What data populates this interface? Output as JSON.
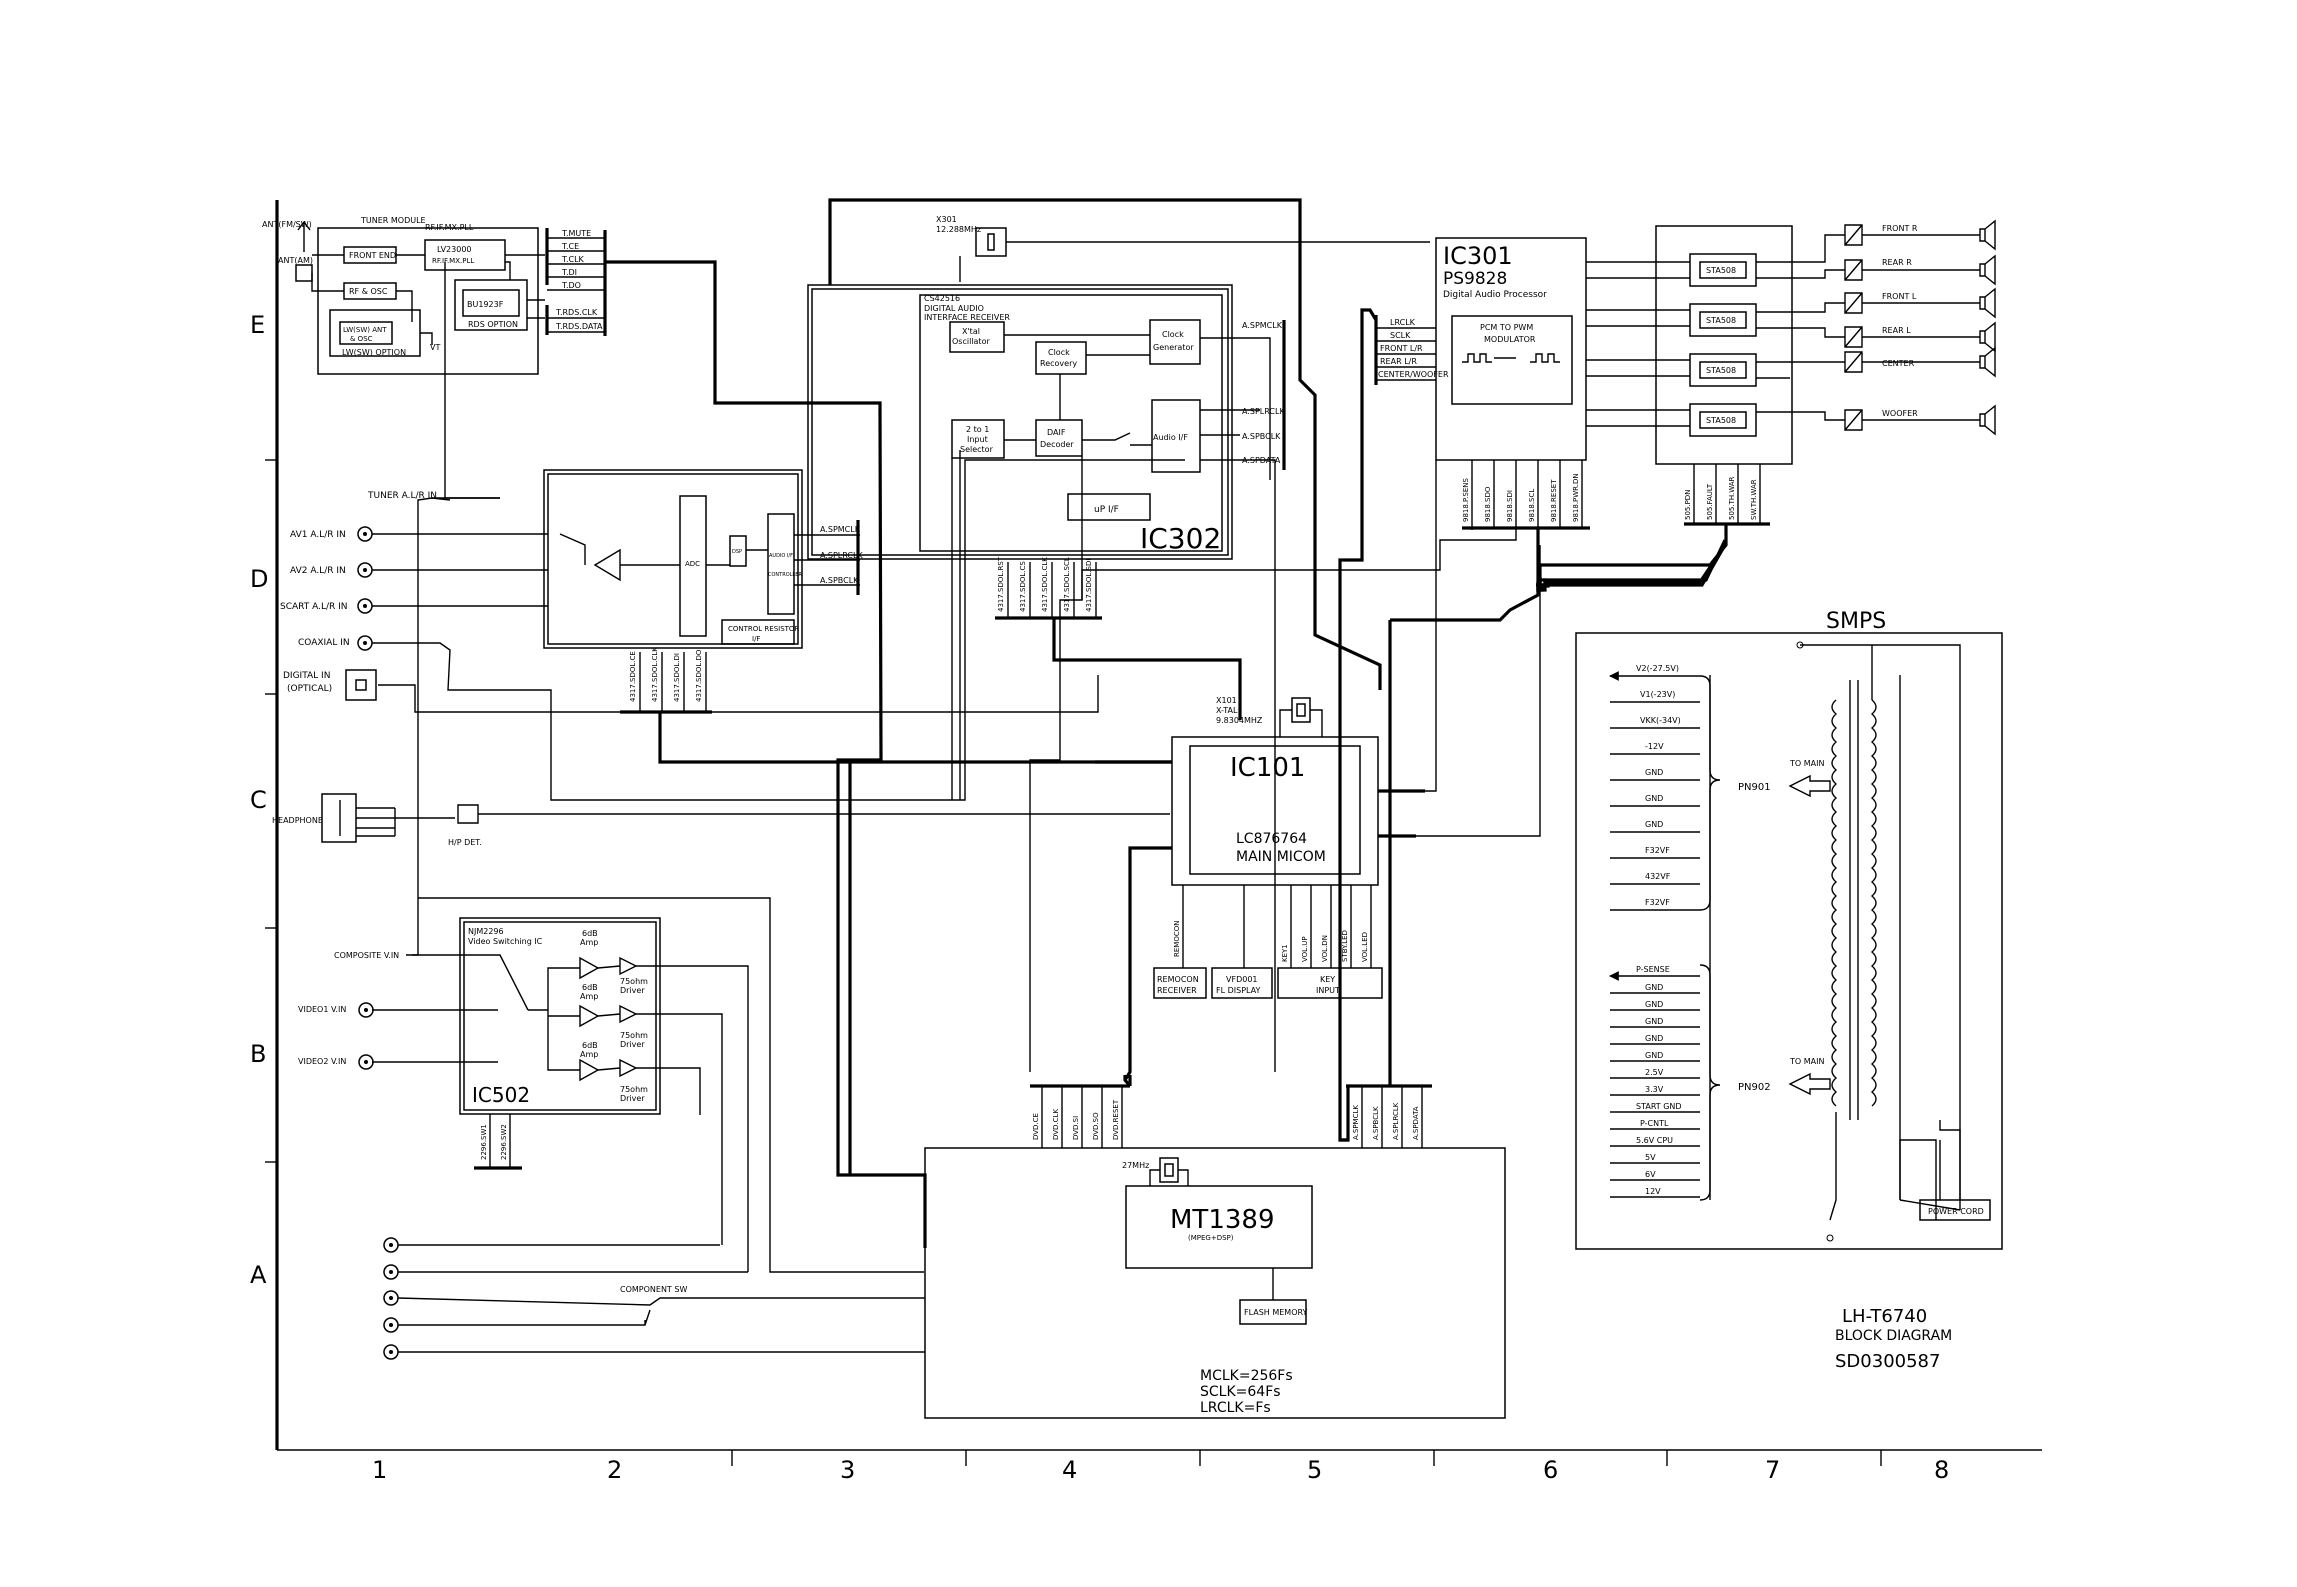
{
  "rows": [
    "E",
    "D",
    "C",
    "B",
    "A"
  ],
  "cols": [
    "1",
    "2",
    "3",
    "4",
    "5",
    "6",
    "7",
    "8"
  ],
  "tuner": {
    "module_label": "TUNER MODULE",
    "pll_label": "RF.IF.MX.PLL",
    "ant_fm": "ANT(FM/SW)",
    "ant_am": "ANT(AM)",
    "chip": "LV23000",
    "chip_sub": "RF.IF.MX.PLL",
    "front_end": "FRONT END",
    "rf_osc": "RF & OSC",
    "lw_ant": "LW(SW) ANT",
    "lw_osc": "& OSC",
    "lw_option": "LW(SW) OPTION",
    "vt": "VT",
    "rds_chip": "BU1923F",
    "rds_option": "RDS OPTION",
    "pins": [
      "T.MUTE",
      "T.CE",
      "T.CLK",
      "T.DI",
      "T.DO"
    ],
    "rds_pins": [
      "T.RDS.CLK",
      "T.RDS.DATA"
    ]
  },
  "inputs": {
    "tuner": "TUNER A.L/R IN",
    "av1": "AV1 A.L/R IN",
    "av2": "AV2 A.L/R IN",
    "scart": "SCART A.L/R IN",
    "coaxial": "COAXIAL IN",
    "digital": "DIGITAL IN",
    "optical": "(OPTICAL)",
    "headphone": "HEADPHONE",
    "hp_det": "H/P DET."
  },
  "adc_block": {
    "adc": "ADC",
    "dsp": "DSP",
    "audio_if": "AUDIO I/F",
    "controller": "CONTROLLER",
    "control": "CONTROL RESISTOR",
    "control_if": "I/F",
    "outs": [
      "A.SPMCLK",
      "A.SPLRCLK",
      "A.SPBCLK"
    ],
    "bottom_pins": [
      "4317.SDOL.CE",
      "4317.SDOL.CLK",
      "4317.SDOL.DI",
      "4317.SDOL.DO"
    ]
  },
  "ic302": {
    "name": "IC302",
    "x_label": "X301",
    "x_freq": "12.288MHz",
    "chip": "CS42516",
    "desc1": "DIGITAL AUDIO",
    "desc2": "INTERFACE RECEIVER",
    "xtal": "X'tal",
    "osc": "Oscillator",
    "clock_gen1": "Clock",
    "clock_gen2": "Generator",
    "clock_rec1": "Clock",
    "clock_rec2": "Recovery",
    "sel1": "2 to 1",
    "sel2": "Input",
    "sel3": "Selector",
    "daif1": "DAIF",
    "daif2": "Decoder",
    "audio_if": "Audio I/F",
    "up_if": "uP I/F",
    "outs": [
      "A.SPMCLK",
      "A.SPLRCLK",
      "A.SPBCLK",
      "A.SPDATA"
    ],
    "bottom_pins": [
      "4317.SDOL.RST",
      "4317.SDOL.CS",
      "4317.SDOL.CLK",
      "4317.SDOL.SCL",
      "4317.SDOL.SDI"
    ]
  },
  "ic301": {
    "name": "IC301",
    "chip": "PS9828",
    "desc": "Digital Audio Processor",
    "pwm1": "PCM TO PWM",
    "pwm2": "MODULATOR",
    "inputs": [
      "LRCLK",
      "SCLK",
      "FRONT L/R",
      "REAR L/R",
      "CENTER/WOOFER"
    ],
    "bottom_pins": [
      "9818.P.SENS",
      "9818.SDO",
      "9818.SDI",
      "9818.SCL",
      "9818.RESET",
      "9818.PWR.DN"
    ]
  },
  "amp": {
    "chip": "STA508",
    "outputs": [
      "FRONT R",
      "REAR R",
      "FRONT L",
      "REAR L",
      "CENTER",
      "WOOFER"
    ],
    "bottom_pins": [
      "505.PDN",
      "505.FAULT",
      "505.TH.WAR",
      "SW.TH.WAR"
    ]
  },
  "ic101": {
    "name": "IC101",
    "chip": "LC876764",
    "desc": "MAIN MICOM",
    "x_label": "X101",
    "x_desc": "X-TAL",
    "x_freq": "9.8304MHZ",
    "remocon": "REMOCON",
    "remocon_rx1": "REMOCON",
    "remocon_rx2": "RECEIVER",
    "vfd": "VFD001",
    "fl": "FL DISPLAY",
    "key1": "KEY",
    "key2": "INPUT",
    "bottom_pins": [
      "KEY1",
      "VOL.UP",
      "VOL.DN",
      "STBY.LED",
      "VOL.LED"
    ]
  },
  "ic502": {
    "name": "IC502",
    "chip": "NJM2296",
    "desc": "Video Switching IC",
    "amp": "6dB",
    "amp2": "Amp",
    "drv1": "75ohm",
    "drv2": "Driver",
    "inputs": [
      "COMPOSITE V.IN",
      "VIDEO1 V.IN",
      "VIDEO2 V.IN"
    ],
    "bottom_pins": [
      "2296.SW1",
      "2296.SW2"
    ]
  },
  "mt1389": {
    "name": "MT1389",
    "sub": "(MPEG+DSP)",
    "xtal": "27MHz",
    "flash": "FLASH MEMORY",
    "component": "COMPONENT SW",
    "clocks": [
      "MCLK=256Fs",
      "SCLK=64Fs",
      "LRCLK=Fs"
    ],
    "top_left_pins": [
      "DVD.CE",
      "DVD.CLK",
      "DVD.SI",
      "DVD.SO",
      "DVD.RESET"
    ],
    "top_right_pins": [
      "A.SPMCLK",
      "A.SPBCLK",
      "A.SPLRCLK",
      "A.SPDATA"
    ]
  },
  "smps": {
    "title": "SMPS",
    "pn901": "PN901",
    "pn902": "PN902",
    "to_main": "TO MAIN",
    "power_cord": "POWER CORD",
    "rails1": [
      "V2(-27.5V)",
      "V1(-23V)",
      "VKK(-34V)",
      "-12V",
      "GND",
      "GND",
      "GND",
      "F32VF",
      "432VF",
      "F32VF"
    ],
    "rails2": [
      "P-SENSE",
      "GND",
      "GND",
      "GND",
      "GND",
      "GND",
      "2.5V",
      "3.3V",
      "START GND",
      "P-CNTL",
      "5.6V CPU",
      "5V",
      "6V",
      "12V"
    ]
  },
  "title_block": {
    "model": "LH-T6740",
    "type": "BLOCK DIAGRAM",
    "number": "SD0300587"
  }
}
